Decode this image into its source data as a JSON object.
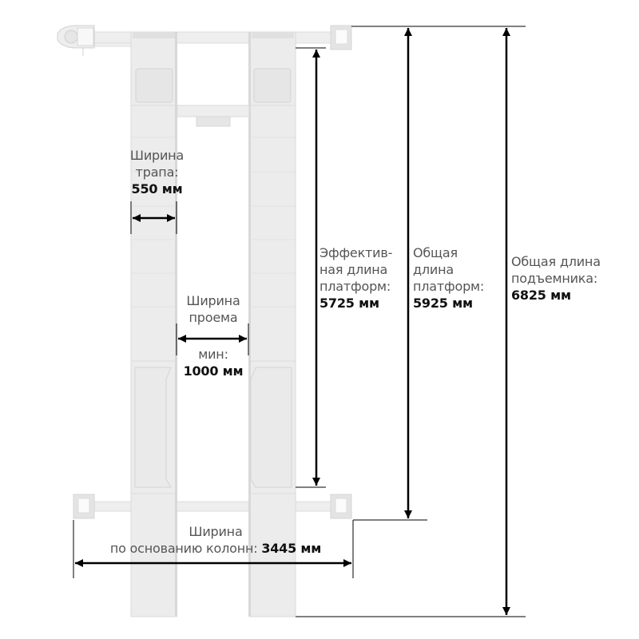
{
  "diagram": {
    "subject": "two-post platform lift, top view",
    "colors": {
      "structure_fill": "#eeeeee",
      "structure_edge": "#d6d6d6",
      "post_fill": "#e2e2e2",
      "dimension_line": "#000000",
      "label_text": "#555555",
      "value_text": "#111111"
    },
    "dimensions": {
      "ramp_width": {
        "line1": "Ширина",
        "line2": "трапа:",
        "value": "550 мм"
      },
      "opening_width": {
        "line1": "Ширина",
        "line2": "проема",
        "line3": "мин:",
        "value": "1000 мм"
      },
      "effective_platform_length": {
        "line1": "Эффектив-",
        "line2": "ная длина",
        "line3": "платформ:",
        "value": "5725 мм"
      },
      "total_platform_length": {
        "line1": "Общая",
        "line2": "длина",
        "line3": "платформ:",
        "value": "5925 мм"
      },
      "total_lift_length": {
        "line1": "Общая длина",
        "line2": "подъемника:",
        "value": "6825 мм"
      },
      "column_base_width": {
        "line1": "Ширина",
        "line2": "по основанию колонн:",
        "value": "3445 мм"
      }
    }
  }
}
